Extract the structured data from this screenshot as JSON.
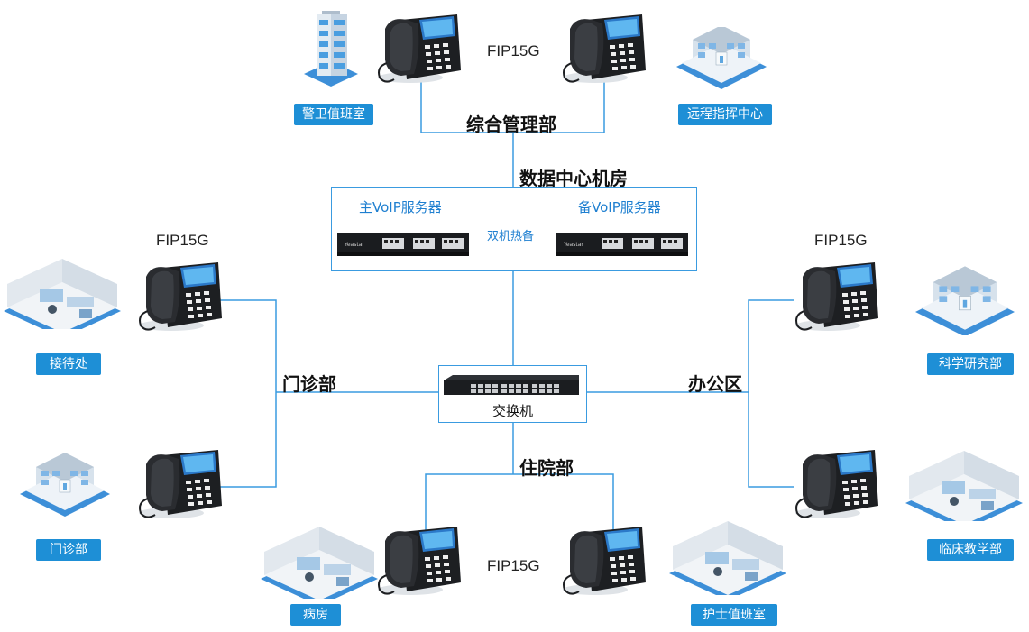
{
  "top": {
    "section": "综合管理部",
    "model": "FIP15G",
    "left_tag": "警卫值班室",
    "right_tag": "远程指挥中心"
  },
  "datacenter": {
    "title": "数据中心机房",
    "primary": "主VoIP服务器",
    "backup": "备VoIP服务器",
    "hot_standby": "双机热备"
  },
  "switch": {
    "label": "交换机"
  },
  "left": {
    "section": "门诊部",
    "model": "FIP15G",
    "top_tag": "接待处",
    "bottom_tag": "门诊部"
  },
  "right": {
    "section": "办公区",
    "model": "FIP15G",
    "top_tag": "科学研究部",
    "bottom_tag": "临床教学部"
  },
  "bottom": {
    "section": "住院部",
    "model": "FIP15G",
    "left_tag": "病房",
    "right_tag": "护士值班室"
  },
  "colors": {
    "accent": "#1e8fd6",
    "line": "#3a9be0"
  }
}
